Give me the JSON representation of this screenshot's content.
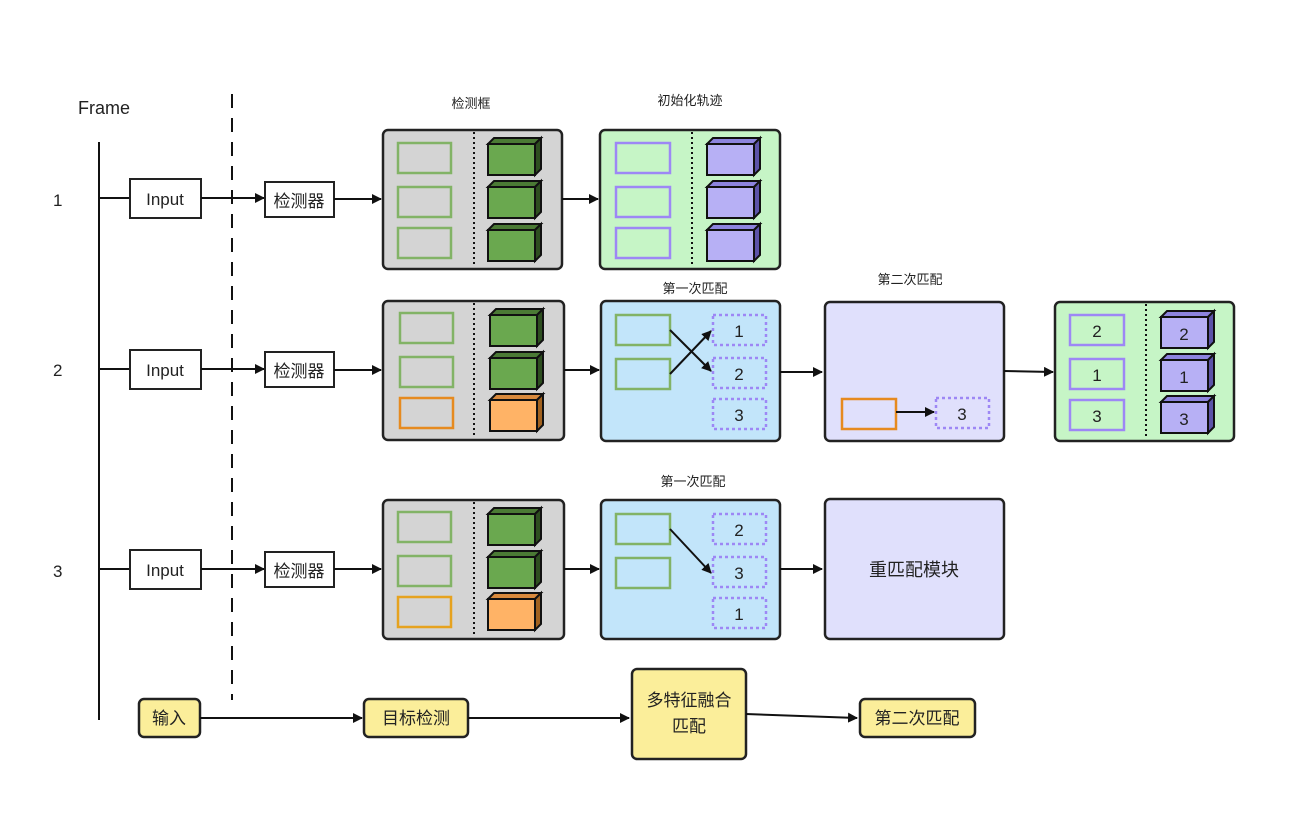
{
  "frame_label": "Frame",
  "frame_numbers": [
    "1",
    "2",
    "3"
  ],
  "input_label": "Input",
  "detector_label": "检测器",
  "captions": {
    "detection_boxes": "检测框",
    "init_tracks": "初始化轨迹",
    "first_match_row2": "第一次匹配",
    "second_match": "第二次匹配",
    "first_match_row3": "第一次匹配"
  },
  "row2": {
    "match_ids": [
      "1",
      "2",
      "3"
    ],
    "second_match_id": "3",
    "result_ids": [
      "2",
      "1",
      "3"
    ],
    "result_cube_ids": [
      "2",
      "1",
      "3"
    ]
  },
  "row3": {
    "match_ids": [
      "2",
      "3",
      "1"
    ],
    "rematch_module": "重匹配模块"
  },
  "pipeline": {
    "input": "输入",
    "detect": "目标检测",
    "fusion_line1": "多特征融合",
    "fusion_line2": "匹配",
    "second_match": "第二次匹配"
  },
  "colors": {
    "green_box": "#82b366",
    "green_cube": "#6aa84f",
    "orange_box": "#e68a1f",
    "orange_cube": "#ffb366",
    "purple_box": "#9d87f5",
    "purple_cube": "#b7b0f5",
    "gray_panel": "#d4d4d4",
    "green_panel": "#c6f5c6",
    "blue_panel": "#c2e5fa",
    "lavender_panel": "#e0e0fc",
    "yellow_box": "#fbee9a"
  }
}
